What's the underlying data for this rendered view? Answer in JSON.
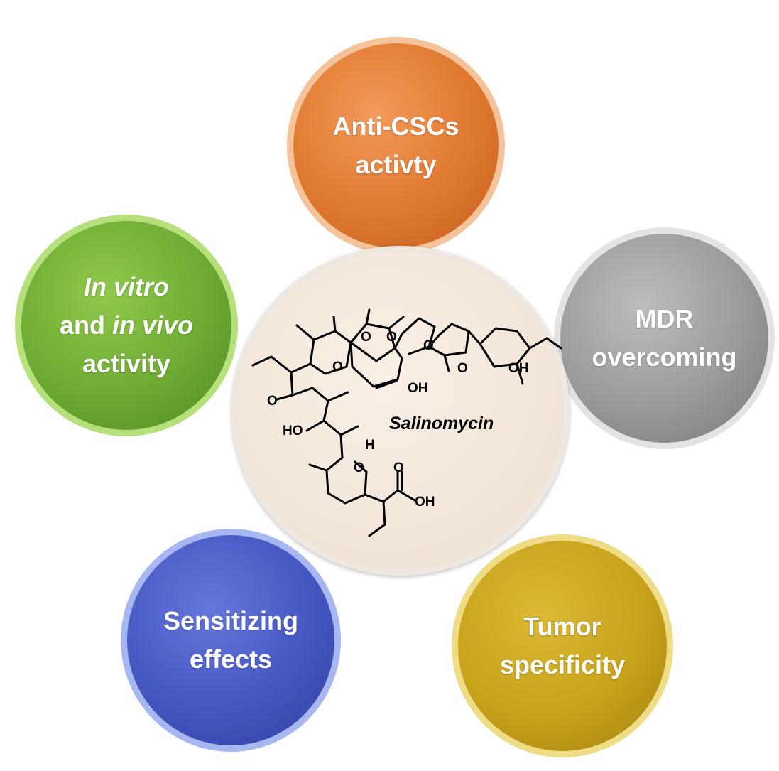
{
  "bubbles": {
    "top": {
      "line1": "Anti-CSCs",
      "line2": "activty",
      "color": "#e0782f"
    },
    "left": {
      "line1": "In vitro",
      "line2_a": "and ",
      "line2_b": "in vivo",
      "line3": "activity",
      "color": "#6eab33"
    },
    "right": {
      "line1": "MDR",
      "line2": "overcoming",
      "color": "#9a9a9a"
    },
    "bottom_left": {
      "line1": "Sensitizing",
      "line2": "effects",
      "color": "#4656c2"
    },
    "bottom_right": {
      "line1": "Tumor",
      "line2": "specificity",
      "color": "#c8a21b"
    }
  },
  "center": {
    "compound_name": "Salinomycin",
    "atoms": {
      "oxygen": "O",
      "hydroxyl": "OH",
      "hydroxyl_left": "HO",
      "hydrogen": "H"
    }
  }
}
